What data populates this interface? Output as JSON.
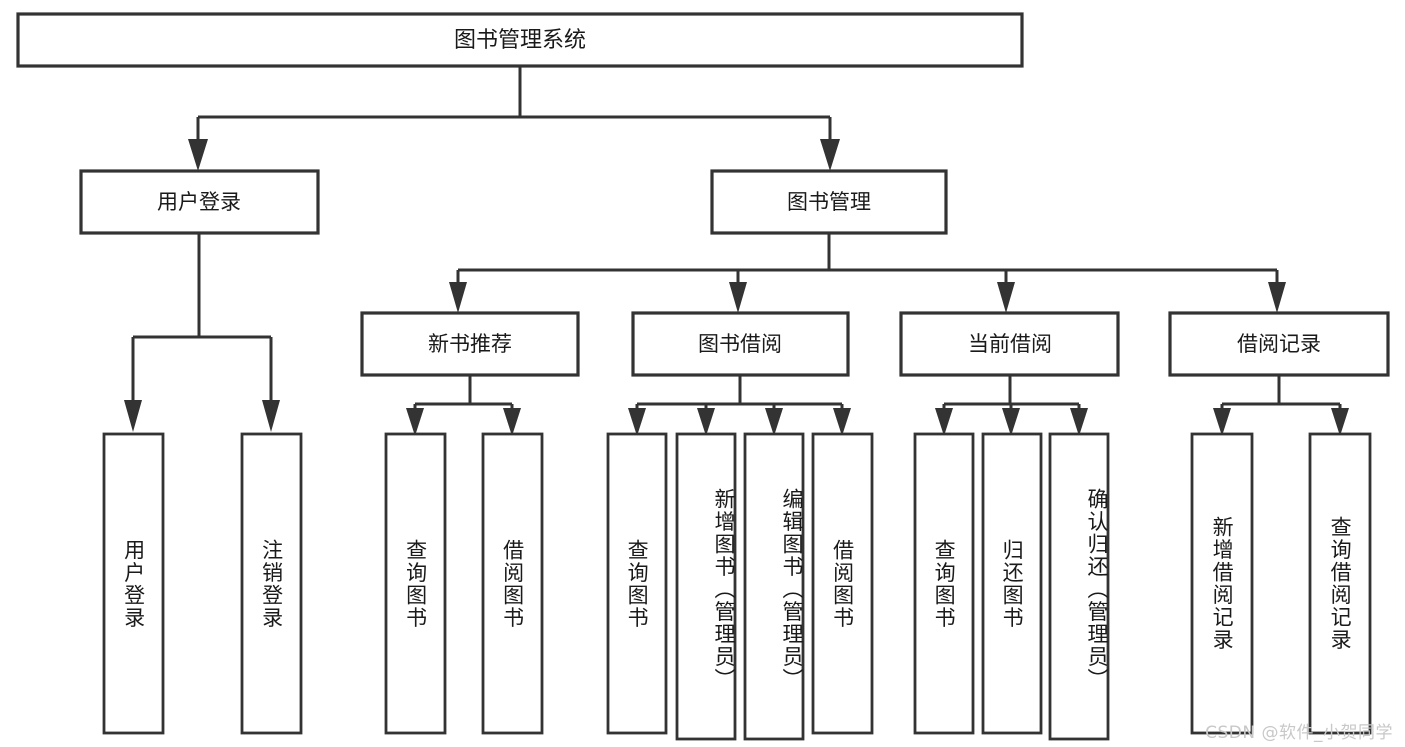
{
  "diagram": {
    "type": "hierarchy-tree",
    "title": "图书管理系统",
    "watermark": "CSDN @软件_小贺同学",
    "colors": {
      "stroke": "#333333",
      "fill": "#ffffff",
      "text": "#1a1a1a",
      "watermark": "#c8c8c8"
    },
    "levels": {
      "root": {
        "label": "图书管理系统"
      },
      "level2": [
        {
          "id": "user-login",
          "label": "用户登录"
        },
        {
          "id": "book-management",
          "label": "图书管理"
        }
      ],
      "level3": [
        {
          "id": "new-book-recommend",
          "label": "新书推荐",
          "parent": "book-management"
        },
        {
          "id": "book-borrow",
          "label": "图书借阅",
          "parent": "book-management"
        },
        {
          "id": "current-borrow",
          "label": "当前借阅",
          "parent": "book-management"
        },
        {
          "id": "borrow-record",
          "label": "借阅记录",
          "parent": "book-management"
        }
      ],
      "leaves": [
        {
          "id": "leaf-user-login",
          "label": "用户登录",
          "parent": "user-login"
        },
        {
          "id": "leaf-user-logout",
          "label": "注销登录",
          "parent": "user-login"
        },
        {
          "id": "leaf-query-book-1",
          "label": "查询图书",
          "parent": "new-book-recommend"
        },
        {
          "id": "leaf-borrow-book-1",
          "label": "借阅图书",
          "parent": "new-book-recommend"
        },
        {
          "id": "leaf-query-book-2",
          "label": "查询图书",
          "parent": "book-borrow"
        },
        {
          "id": "leaf-add-book",
          "label": "新增图书（管理员）",
          "parent": "book-borrow"
        },
        {
          "id": "leaf-edit-book",
          "label": "编辑图书（管理员）",
          "parent": "book-borrow"
        },
        {
          "id": "leaf-borrow-book-2",
          "label": "借阅图书",
          "parent": "book-borrow"
        },
        {
          "id": "leaf-query-book-3",
          "label": "查询图书",
          "parent": "current-borrow"
        },
        {
          "id": "leaf-return-book",
          "label": "归还图书",
          "parent": "current-borrow"
        },
        {
          "id": "leaf-confirm-return",
          "label": "确认归还（管理员）",
          "parent": "current-borrow"
        },
        {
          "id": "leaf-add-record",
          "label": "新增借阅记录",
          "parent": "borrow-record"
        },
        {
          "id": "leaf-query-record",
          "label": "查询借阅记录",
          "parent": "borrow-record"
        }
      ]
    }
  }
}
